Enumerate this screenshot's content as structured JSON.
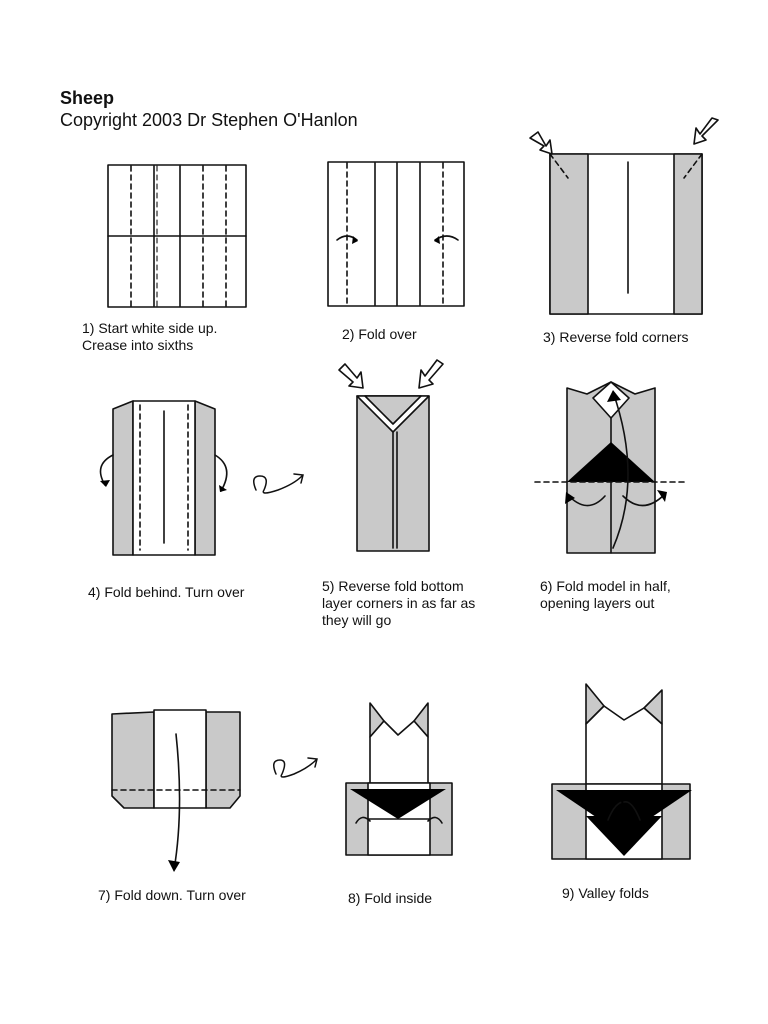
{
  "header": {
    "title": "Sheep",
    "copyright": "Copyright 2003 Dr Stephen O'Hanlon"
  },
  "steps": [
    {
      "number": 1,
      "lines": [
        "1) Start white side up.",
        "Crease into sixths"
      ]
    },
    {
      "number": 2,
      "lines": [
        "2) Fold over"
      ]
    },
    {
      "number": 3,
      "lines": [
        "3) Reverse fold corners"
      ]
    },
    {
      "number": 4,
      "lines": [
        "4) Fold behind. Turn over"
      ]
    },
    {
      "number": 5,
      "lines": [
        "5) Reverse fold bottom",
        "layer corners in as far as",
        "they will go"
      ]
    },
    {
      "number": 6,
      "lines": [
        "6) Fold model in half,",
        "opening layers out"
      ]
    },
    {
      "number": 7,
      "lines": [
        "7) Fold down. Turn over"
      ]
    },
    {
      "number": 8,
      "lines": [
        "8) Fold inside"
      ]
    },
    {
      "number": 9,
      "lines": [
        "9) Valley folds"
      ]
    }
  ],
  "colors": {
    "paper_white": "#ffffff",
    "paper_colored": "#c9c9c9",
    "ink": "#111111"
  },
  "icons": [
    "turn-over-icon",
    "push-arrow-icon",
    "fold-arrow-icon"
  ]
}
